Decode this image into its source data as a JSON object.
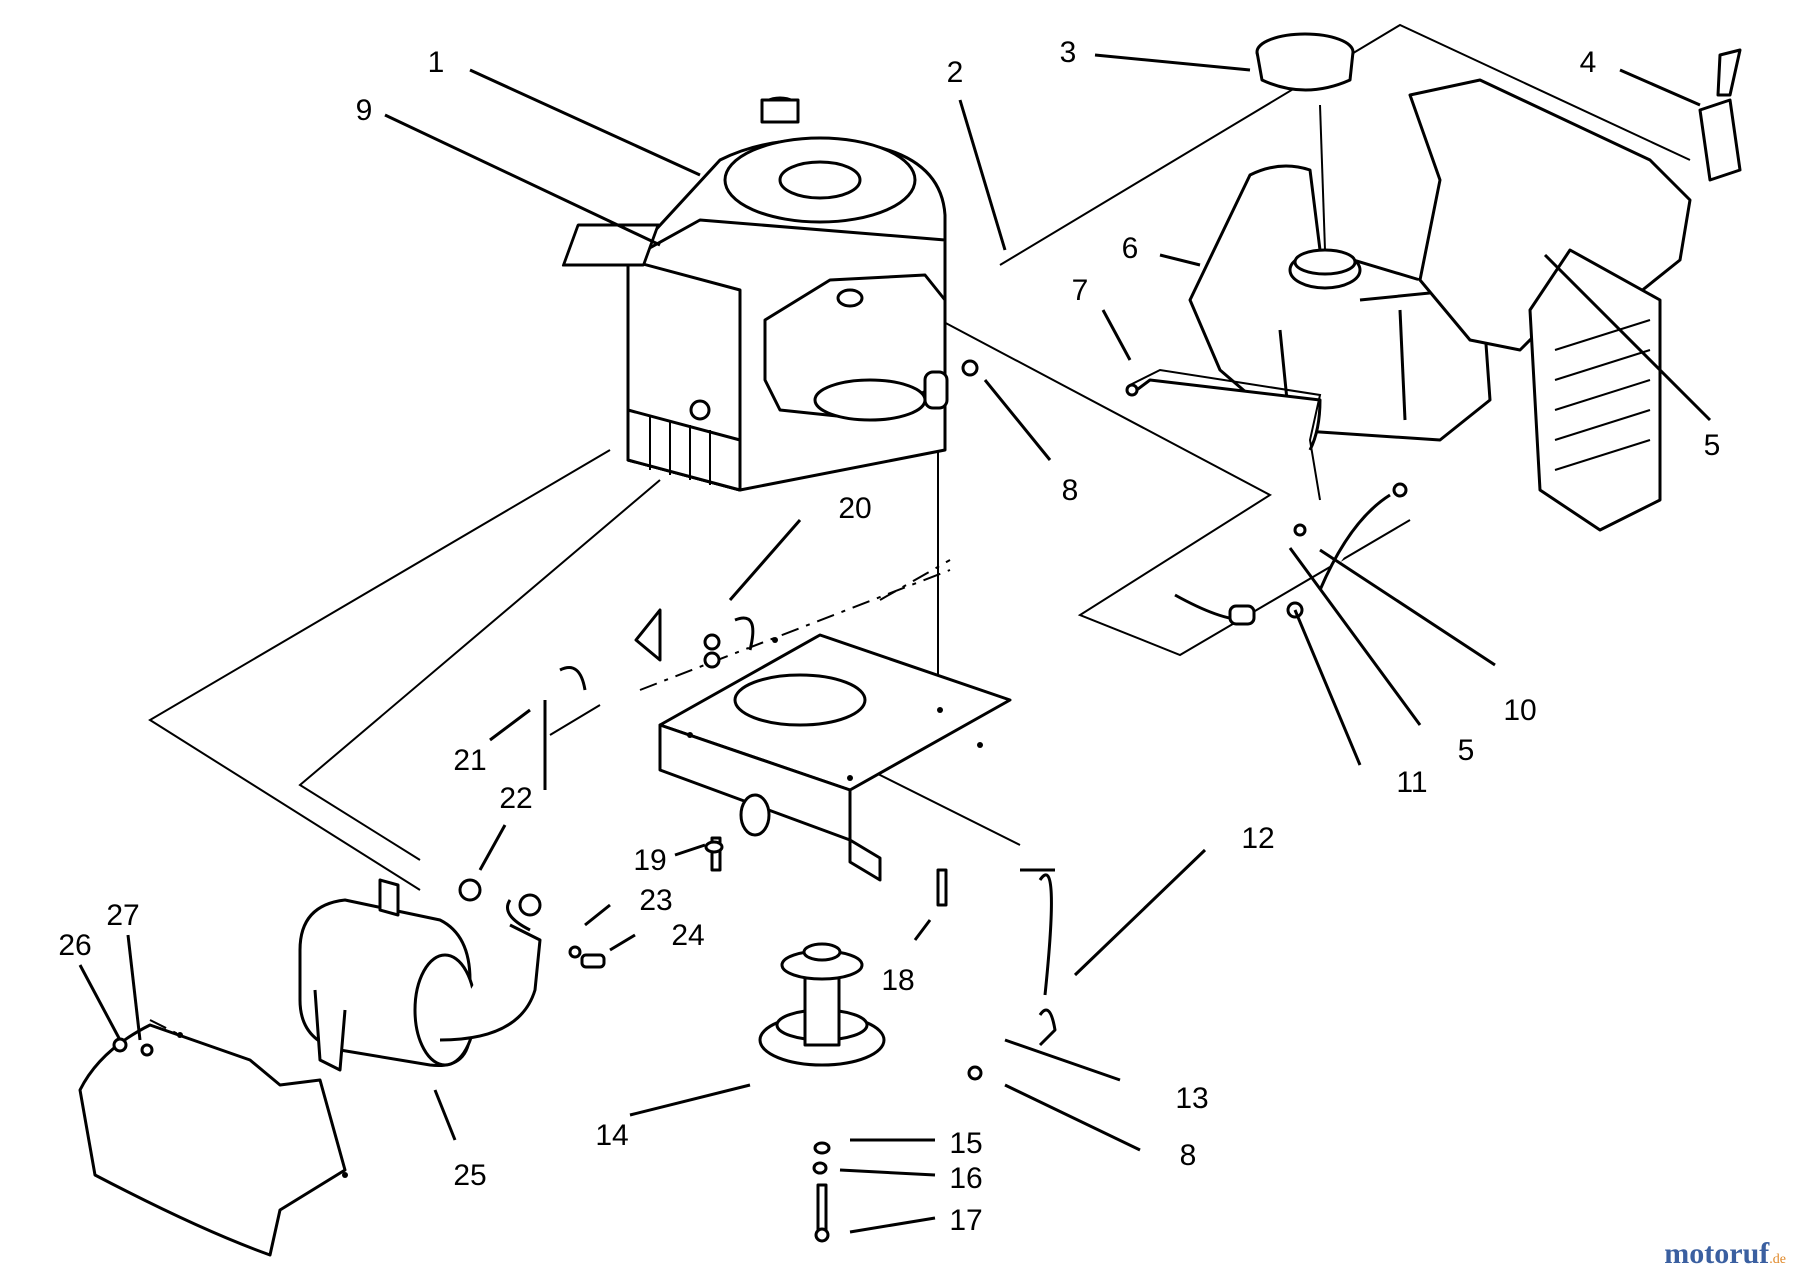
{
  "callouts": [
    {
      "id": "c1",
      "text": "1"
    },
    {
      "id": "c2",
      "text": "2"
    },
    {
      "id": "c3",
      "text": "3"
    },
    {
      "id": "c4",
      "text": "4"
    },
    {
      "id": "c5a",
      "text": "5"
    },
    {
      "id": "c5b",
      "text": "5"
    },
    {
      "id": "c6",
      "text": "6"
    },
    {
      "id": "c7",
      "text": "7"
    },
    {
      "id": "c8a",
      "text": "8"
    },
    {
      "id": "c8b",
      "text": "8"
    },
    {
      "id": "c9",
      "text": "9"
    },
    {
      "id": "c10",
      "text": "10"
    },
    {
      "id": "c11",
      "text": "11"
    },
    {
      "id": "c12",
      "text": "12"
    },
    {
      "id": "c13",
      "text": "13"
    },
    {
      "id": "c14",
      "text": "14"
    },
    {
      "id": "c15",
      "text": "15"
    },
    {
      "id": "c16",
      "text": "16"
    },
    {
      "id": "c17",
      "text": "17"
    },
    {
      "id": "c18",
      "text": "18"
    },
    {
      "id": "c19",
      "text": "19"
    },
    {
      "id": "c20",
      "text": "20"
    },
    {
      "id": "c21",
      "text": "21"
    },
    {
      "id": "c22",
      "text": "22"
    },
    {
      "id": "c23",
      "text": "23"
    },
    {
      "id": "c24",
      "text": "24"
    },
    {
      "id": "c25",
      "text": "25"
    },
    {
      "id": "c26",
      "text": "26"
    },
    {
      "id": "c27",
      "text": "27"
    }
  ],
  "watermark": {
    "brand": "motoruf",
    "suffix": ".de"
  }
}
